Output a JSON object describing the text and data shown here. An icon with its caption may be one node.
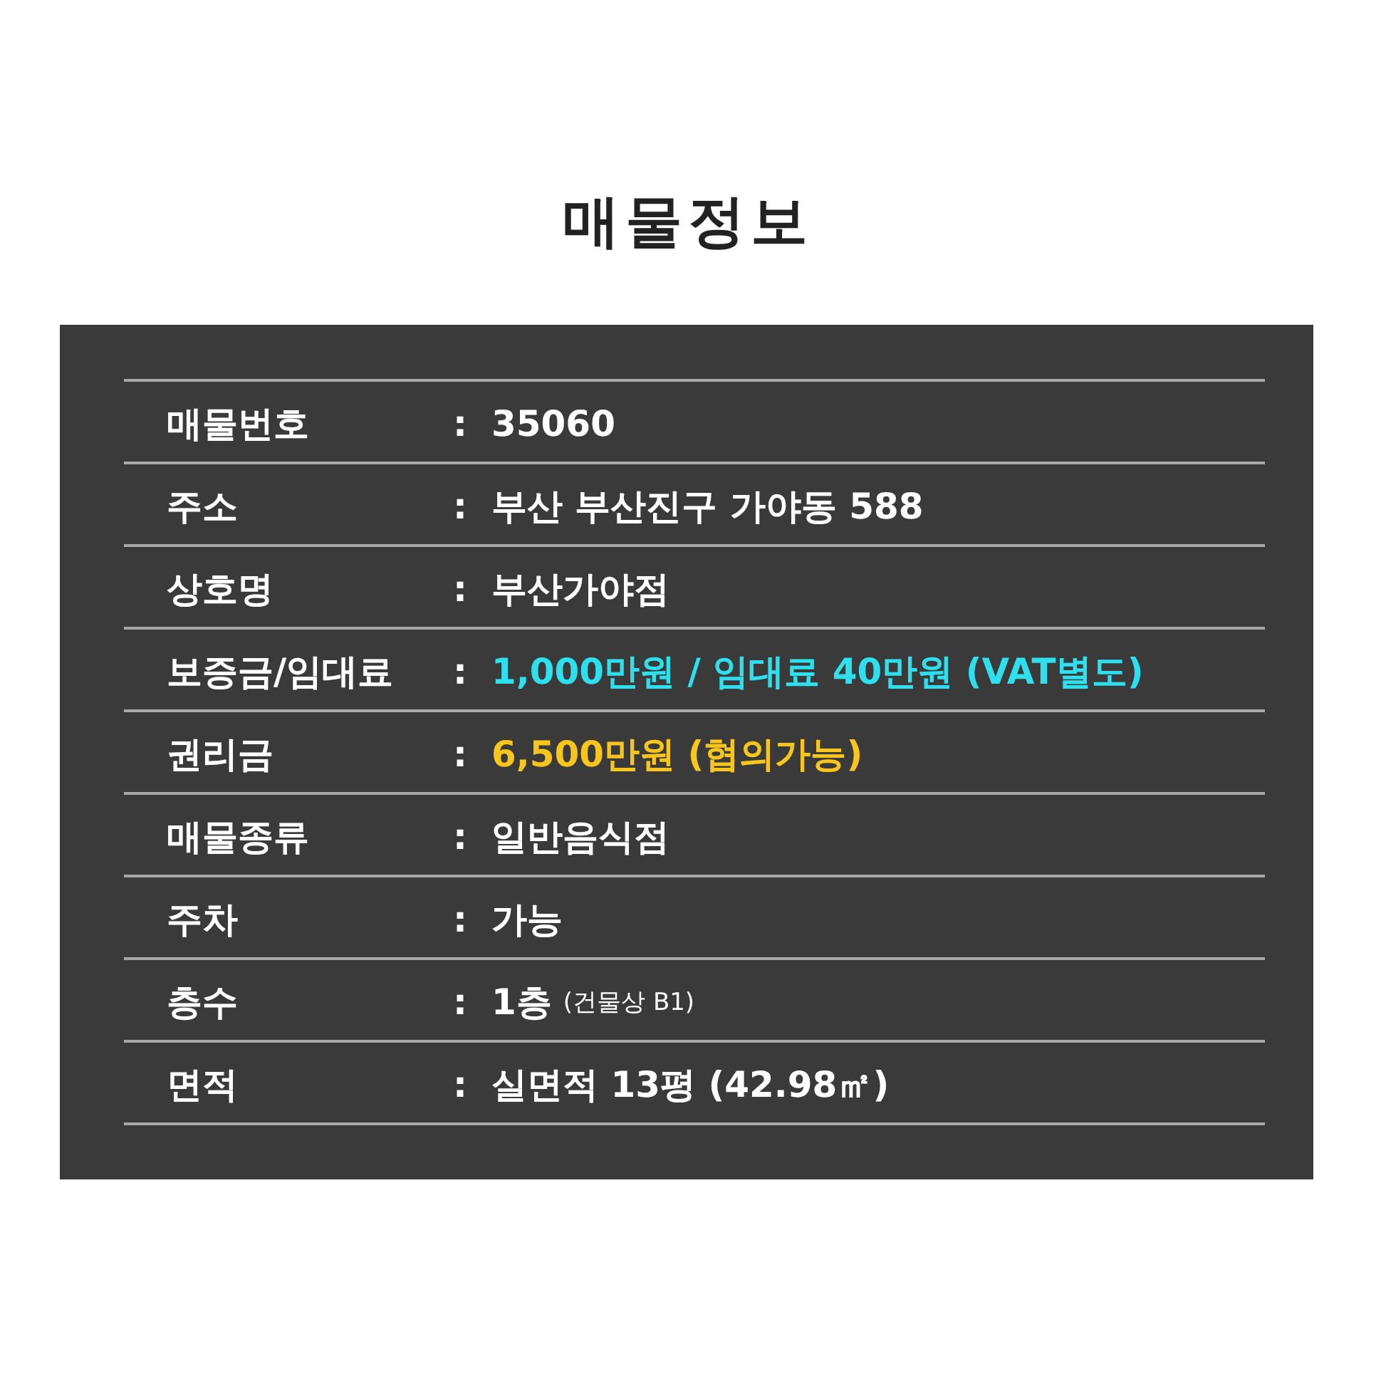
{
  "diagram": {
    "title": "매물정보",
    "labels": [
      "매물번호",
      ":",
      "35060",
      "주소",
      ":",
      "부산 부산진구 가야동 588",
      "상호명",
      ":",
      "부산가야점",
      "보증금/임대료",
      ":",
      "1,000만원 / 임대료 40만원 (VAT별도)",
      "권리금",
      ":",
      "6,500만원 (협의가능)",
      "매물종류",
      ":",
      "일반음식점",
      "주차",
      ":",
      "가능",
      "층수",
      ":",
      "1층",
      "(건물상 B1)",
      "면적",
      ":",
      "실면적 13평 (42.98㎡)"
    ]
  }
}
